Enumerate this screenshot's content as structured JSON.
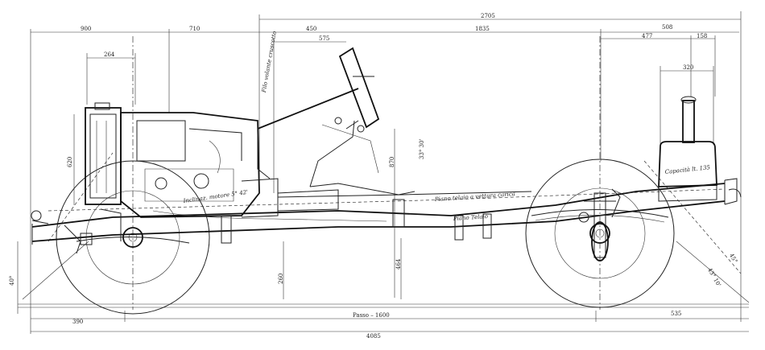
{
  "dimensions": {
    "overall_top": "2705",
    "front_overhang_top": "900",
    "engine_bay": "710",
    "cowl_to_seat": "450",
    "seat_offset": "575",
    "wheelbase_top": "1835",
    "rear_section": "508",
    "rear_a": "477",
    "rear_b": "158",
    "tank_width": "320",
    "radiator_offset": "264",
    "radiator_height": "620",
    "seat_height": "870",
    "ground_clearance_front": "260",
    "frame_height": "464",
    "wheelbase": "Passo – 1600",
    "front_overhang_bottom": "390",
    "rear_overhang_bottom": "535",
    "overall_length": "4085",
    "approach_angle": "40°",
    "departure_angle": "45°",
    "angle_secondary": "43° 10'",
    "steering_rake": "33° 30'"
  },
  "annotations": {
    "steering_label": "Filo volante cruscotto",
    "engine_label": "Inclinaz. motore 5° 42'",
    "frame_plane_loaded": "Piano telaio a vettura carica",
    "frame_plane": "Piano Telaio",
    "tank_capacity": "Capacità lt. 135"
  }
}
